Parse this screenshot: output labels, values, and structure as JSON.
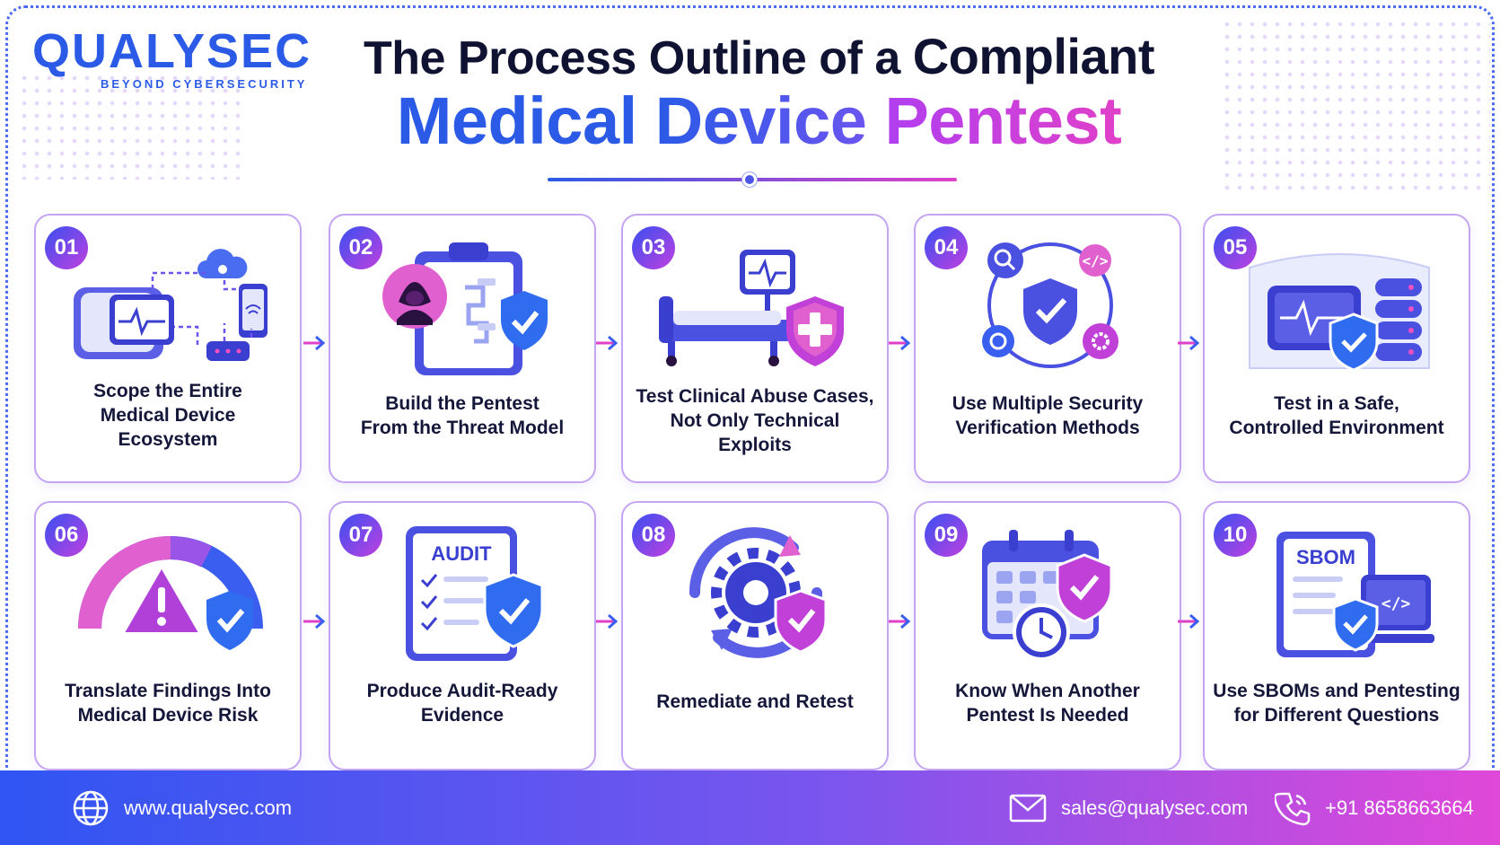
{
  "logo": {
    "name": "QUALYSEC",
    "tagline": "BEYOND CYBERSECURITY"
  },
  "title": {
    "line1_a": "The Process Outline of a",
    "line1_b": "Compliant",
    "line2_a": "Medical",
    "line2_b": "Device",
    "line2_c": "Pentest"
  },
  "steps": [
    {
      "num": "01",
      "lines": [
        "Scope the Entire",
        "Medical Device",
        "Ecosystem"
      ],
      "icon": "device-ecosystem-icon"
    },
    {
      "num": "02",
      "lines": [
        "Build the Pentest",
        "From the Threat Model"
      ],
      "icon": "threat-model-clipboard-icon"
    },
    {
      "num": "03",
      "lines": [
        "Test Clinical Abuse Cases,",
        "Not Only Technical",
        "Exploits"
      ],
      "icon": "hospital-bed-shield-icon"
    },
    {
      "num": "04",
      "lines": [
        "Use Multiple Security",
        "Verification Methods"
      ],
      "icon": "verification-methods-icon"
    },
    {
      "num": "05",
      "lines": [
        "Test in a Safe,",
        "Controlled Environment"
      ],
      "icon": "controlled-environment-icon"
    },
    {
      "num": "06",
      "lines": [
        "Translate Findings Into",
        "Medical Device Risk"
      ],
      "icon": "risk-gauge-icon"
    },
    {
      "num": "07",
      "lines": [
        "Produce Audit-Ready",
        "Evidence"
      ],
      "icon": "audit-document-icon",
      "label": "AUDIT"
    },
    {
      "num": "08",
      "lines": [
        "Remediate and Retest"
      ],
      "icon": "remediate-retest-gear-icon"
    },
    {
      "num": "09",
      "lines": [
        "Know When Another",
        "Pentest Is Needed"
      ],
      "icon": "calendar-clock-icon"
    },
    {
      "num": "10",
      "lines": [
        "Use SBOMs and Pentesting",
        "for Different Questions"
      ],
      "icon": "sbom-monitor-icon",
      "label": "SBOM"
    }
  ],
  "footer": {
    "website": "www.qualysec.com",
    "email": "sales@qualysec.com",
    "phone": "+91 8658663664"
  },
  "colors": {
    "blue": "#2a5ae6",
    "purple": "#5b3fe0",
    "pink": "#e040c8",
    "navy": "#15173a"
  }
}
